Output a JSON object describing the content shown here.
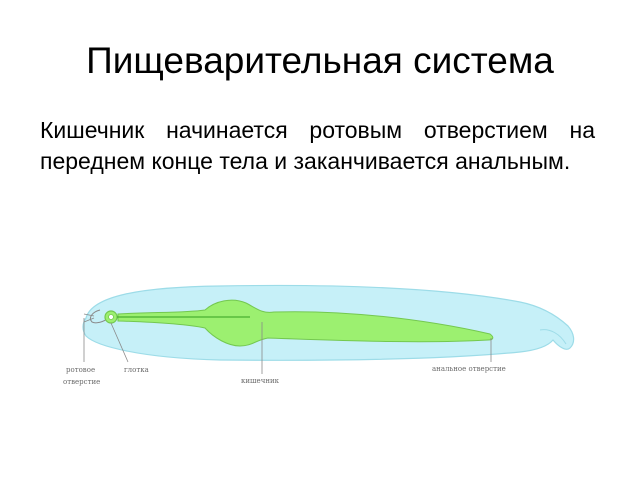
{
  "slide": {
    "title": "Пищеварительная система",
    "text": "Кишечник начинается ротовым отверстием на переднем конце тела и заканчивается анальным."
  },
  "diagram": {
    "labels": {
      "mouth_line1": "ротовое",
      "mouth_line2": "отверстие",
      "pharynx": "глотка",
      "intestine": "кишечник",
      "anus": "анальное отверстие"
    },
    "colors": {
      "body_fill": "#c6f0f8",
      "body_stroke": "#9ddce8",
      "gut_fill": "#9cf070",
      "gut_stroke": "#74c850",
      "leader_line": "#8a8a8a"
    }
  }
}
